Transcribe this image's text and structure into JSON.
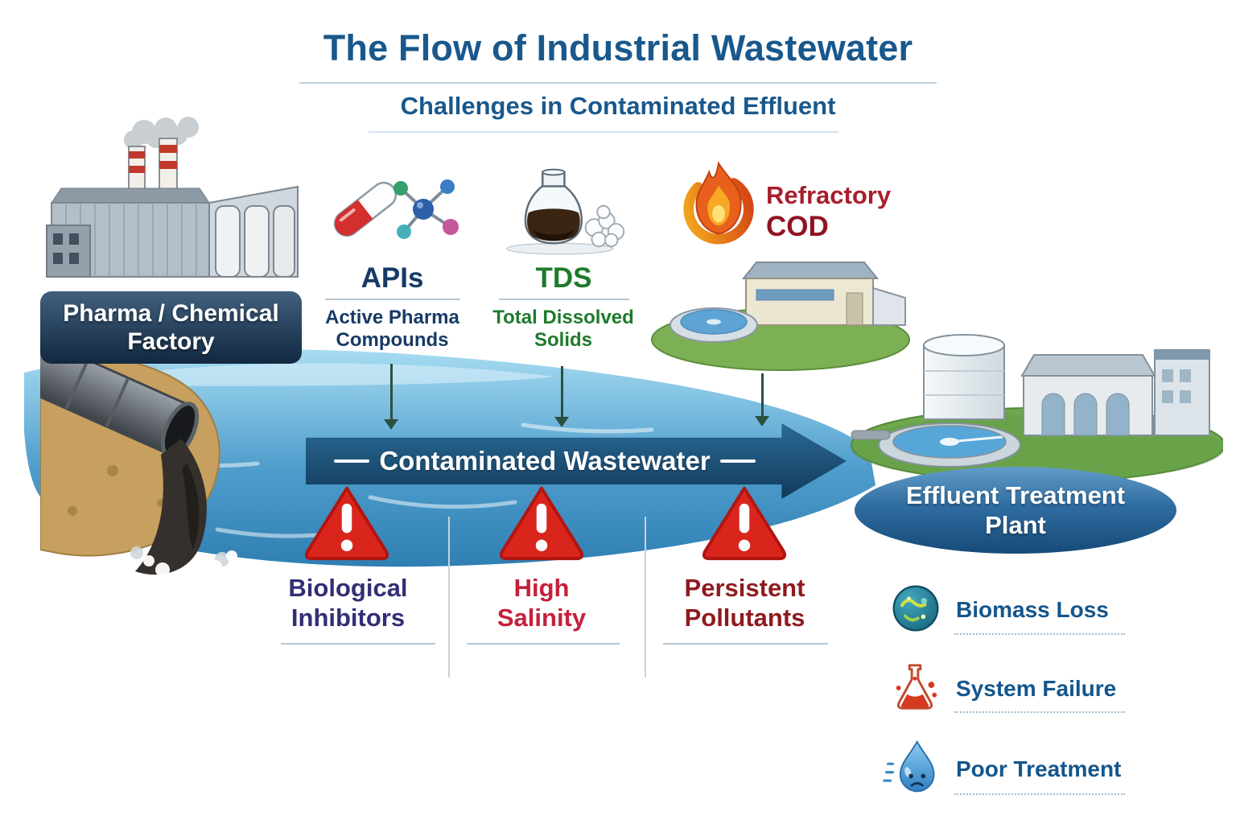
{
  "header": {
    "title": "The Flow of Industrial Wastewater",
    "subtitle": "Challenges in Contaminated Effluent"
  },
  "source_plant": {
    "name_line1": "Pharma / Chemical",
    "name_line2": "Factory"
  },
  "contaminants": {
    "apis": {
      "abbr": "APIs",
      "desc_line1": "Active Pharma",
      "desc_line2": "Compounds"
    },
    "tds": {
      "abbr": "TDS",
      "desc_line1": "Total Dissolved",
      "desc_line2": "Solids"
    },
    "cod": {
      "name_line1": "Refractory",
      "name_line2": "COD"
    }
  },
  "flow": {
    "arrow_label": "Contaminated Wastewater"
  },
  "destination_plant": {
    "name_line1": "Effluent Treatment",
    "name_line2": "Plant"
  },
  "challenges": [
    {
      "line1": "Biological",
      "line2": "Inhibitors",
      "color": "#322f75"
    },
    {
      "line1": "High",
      "line2": "Salinity",
      "color": "#c5203a"
    },
    {
      "line1": "Persistent",
      "line2": "Pollutants",
      "color": "#8f1a1f"
    }
  ],
  "impacts": [
    {
      "label": "Biomass Loss",
      "icon": "biomass-loss-icon"
    },
    {
      "label": "System Failure",
      "icon": "system-failure-flask-icon"
    },
    {
      "label": "Poor Treatment",
      "icon": "sad-droplet-icon"
    }
  ],
  "icons": {
    "apis": "capsule-molecule-icon",
    "tds": "flask-dissolved-solids-icon",
    "cod": "flame-icon",
    "warning": "warning-triangle-icon"
  },
  "colors": {
    "heading_blue": "#19588c",
    "apis_blue": "#173a66",
    "tds_green": "#1e7a2c",
    "cod_red": "#a81d2c",
    "arrow_navy": "#123a5c",
    "warning_red": "#d9251c",
    "impact_label_blue": "#14568c",
    "water_blue": "#4e9dcc",
    "grass_green": "#6fa94e"
  }
}
